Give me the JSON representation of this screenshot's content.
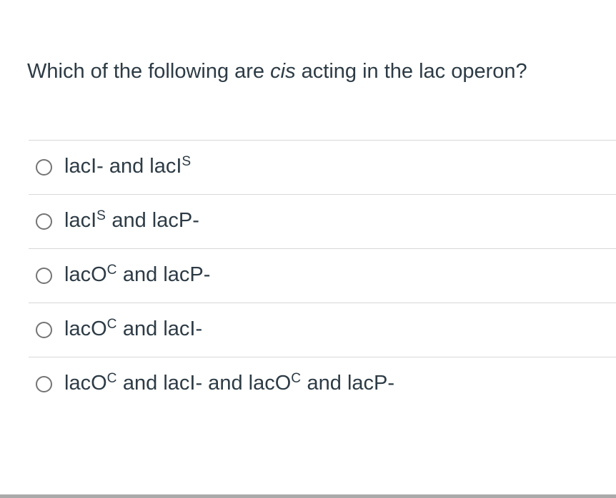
{
  "question": {
    "segments": [
      {
        "t": "Which of the following are "
      },
      {
        "t": "cis",
        "i": true
      },
      {
        "t": " acting in the lac operon?"
      }
    ]
  },
  "options": [
    {
      "segments": [
        {
          "t": "lacI- and lacI"
        },
        {
          "t": "S",
          "sup": true
        }
      ]
    },
    {
      "segments": [
        {
          "t": "lacI"
        },
        {
          "t": "S",
          "sup": true
        },
        {
          "t": " and lacP-"
        }
      ]
    },
    {
      "segments": [
        {
          "t": "lacO"
        },
        {
          "t": "C",
          "sup": true
        },
        {
          "t": " and lacP-"
        }
      ]
    },
    {
      "segments": [
        {
          "t": "lacO"
        },
        {
          "t": "C",
          "sup": true
        },
        {
          "t": " and lacI-"
        }
      ]
    },
    {
      "segments": [
        {
          "t": "lacO"
        },
        {
          "t": "C",
          "sup": true
        },
        {
          "t": " and lacI- and lacO"
        },
        {
          "t": "C",
          "sup": true
        },
        {
          "t": " and lacP-"
        }
      ]
    }
  ],
  "colors": {
    "text": "#2d3b45",
    "divider": "#d8d8d8",
    "radio_border": "#747474",
    "scrollbar": "#aaaaaa",
    "background": "#ffffff"
  }
}
